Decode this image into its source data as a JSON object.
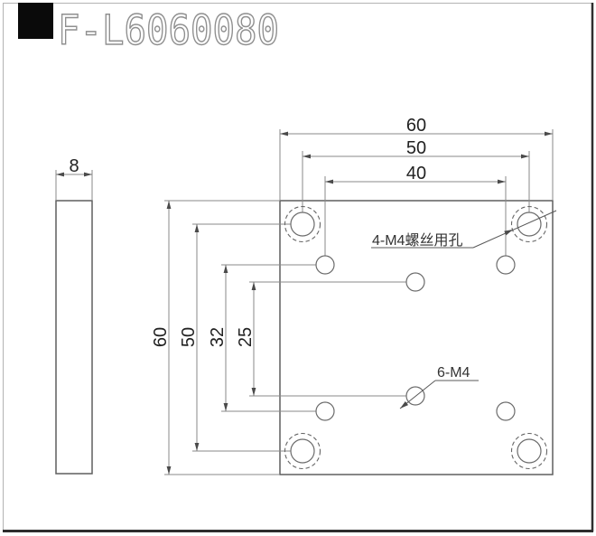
{
  "title_block": {
    "part_number": "F-L6060080"
  },
  "views": {
    "side": {
      "thickness": "8"
    },
    "front": {
      "dims_top": {
        "width": "60",
        "cb_hole_spacing": "50",
        "tap_hole_spacing": "40"
      },
      "dims_left": {
        "height": "60",
        "cb_hole_spacing": "50",
        "tap_row_spacing": "32",
        "mid_hole_spacing": "25"
      },
      "labels": {
        "counterbore_note": "4-M4螺丝用孔",
        "tapped_note": "6-M4"
      }
    }
  },
  "colors": {
    "object_line": "#5f5f5f",
    "dim_line": "#8a8a8a",
    "dim_text": "#222222",
    "title_text": "#8f8f8f",
    "logo_black": "#0a0a0a",
    "frame_light": "#b3b3b3",
    "frame_dark": "#2e2e2e",
    "background": "#ffffff"
  }
}
